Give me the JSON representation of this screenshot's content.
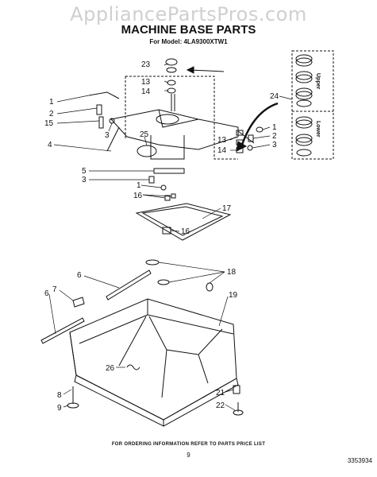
{
  "watermark": "AppliancePartsPros.com",
  "title": "MACHINE BASE PARTS",
  "subtitle": "For Model: 4LA9300XTW1",
  "footer": "FOR ORDERING INFORMATION REFER TO PARTS PRICE LIST",
  "page_number": "9",
  "catalog_number": "3353934",
  "side_labels": {
    "upper": "Upper",
    "lower": "Lower"
  },
  "callouts": {
    "c23": "23",
    "c13a": "13",
    "c14a": "14",
    "c1a": "1",
    "c2a": "2",
    "c15": "15",
    "c3a": "3",
    "c25": "25",
    "c4": "4",
    "c24": "24",
    "c1b": "1",
    "c2b": "2",
    "c3b": "3",
    "c13b": "13",
    "c14b": "14",
    "c5": "5",
    "c3c": "3",
    "c1c": "1",
    "c16a": "16",
    "c17": "17",
    "c16b": "16",
    "c18": "18",
    "c6a": "6",
    "c7": "7",
    "c6b": "6",
    "c19": "19",
    "c26": "26",
    "c8": "8",
    "c9": "9",
    "c21": "21",
    "c22": "22"
  }
}
